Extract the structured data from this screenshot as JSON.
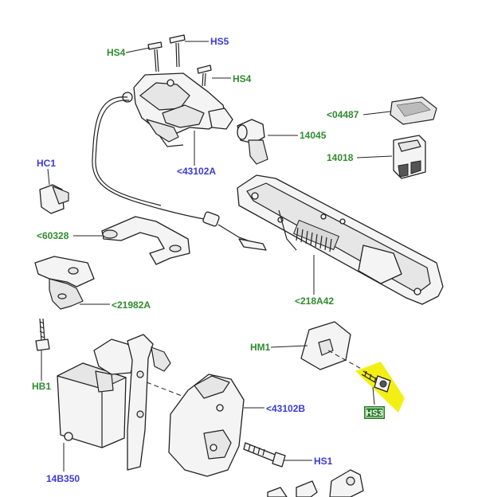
{
  "labels": {
    "hs4_top": "HS4",
    "hs5": "HS5",
    "hs4_right": "HS4",
    "p04487": "<04487",
    "p14045": "14045",
    "p14018": "14018",
    "hc1": "HC1",
    "p43102a": "<43102A",
    "p60328": "<60328",
    "p218a42": "<218A42",
    "p21982a": "<21982A",
    "hm1": "HM1",
    "hs_badge": "HS3",
    "hb1": "HB1",
    "p43102b": "<43102B",
    "hs1": "HS1",
    "p14b350": "14B350"
  },
  "colors": {
    "green_label": "#2e8b2e",
    "blue_label": "#3a3ad6",
    "highlight": "#f2ee00",
    "badge_bg": "#1f7a1f"
  }
}
